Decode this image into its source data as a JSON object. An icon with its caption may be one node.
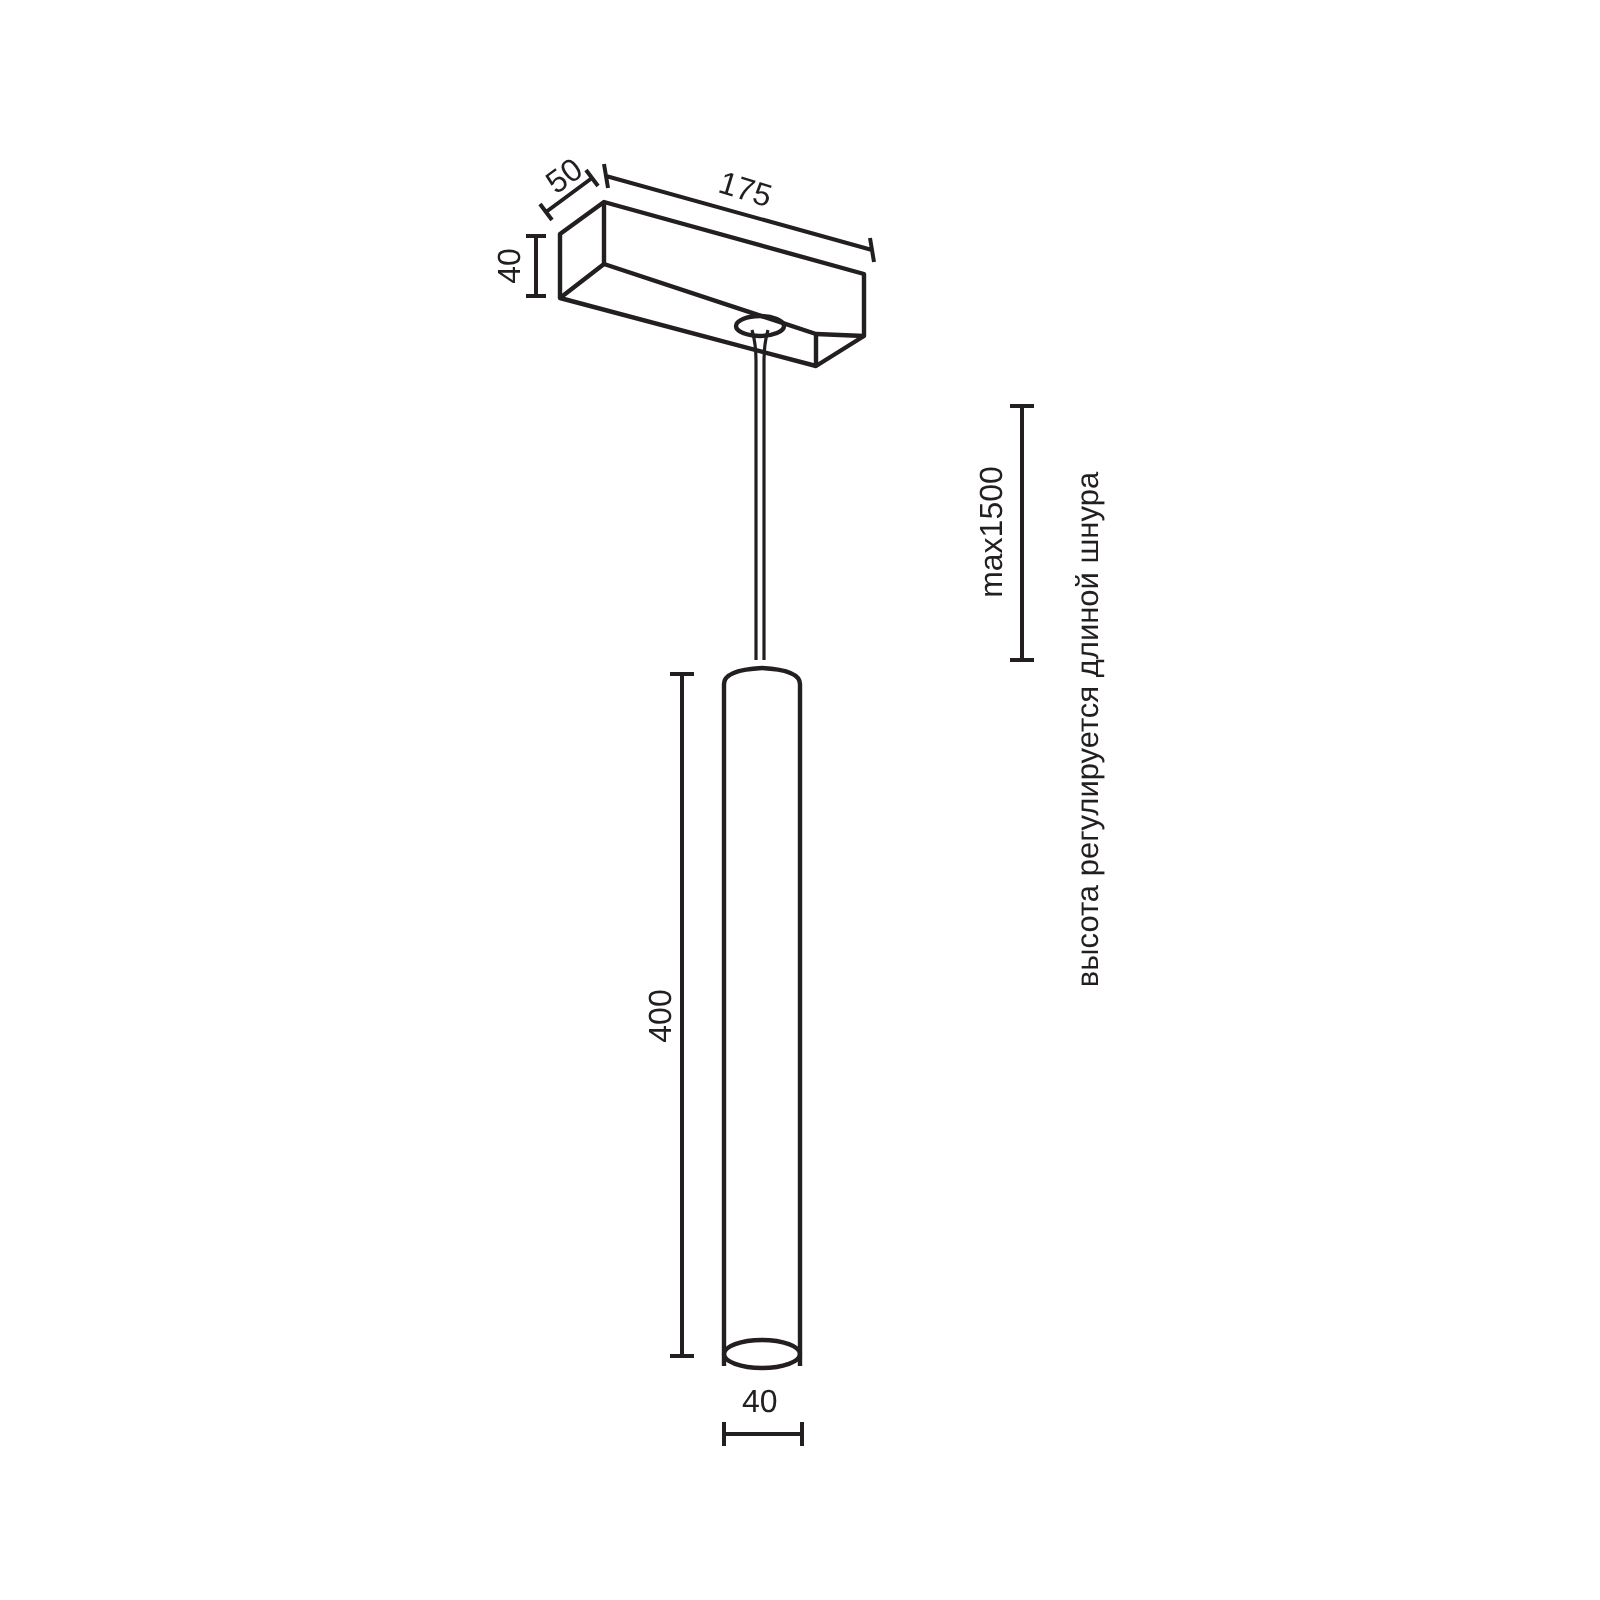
{
  "diagram": {
    "labels": [
      "50",
      "175",
      "40",
      "max1500",
      "высота регулируется длиной шнура",
      "400",
      "40"
    ]
  }
}
